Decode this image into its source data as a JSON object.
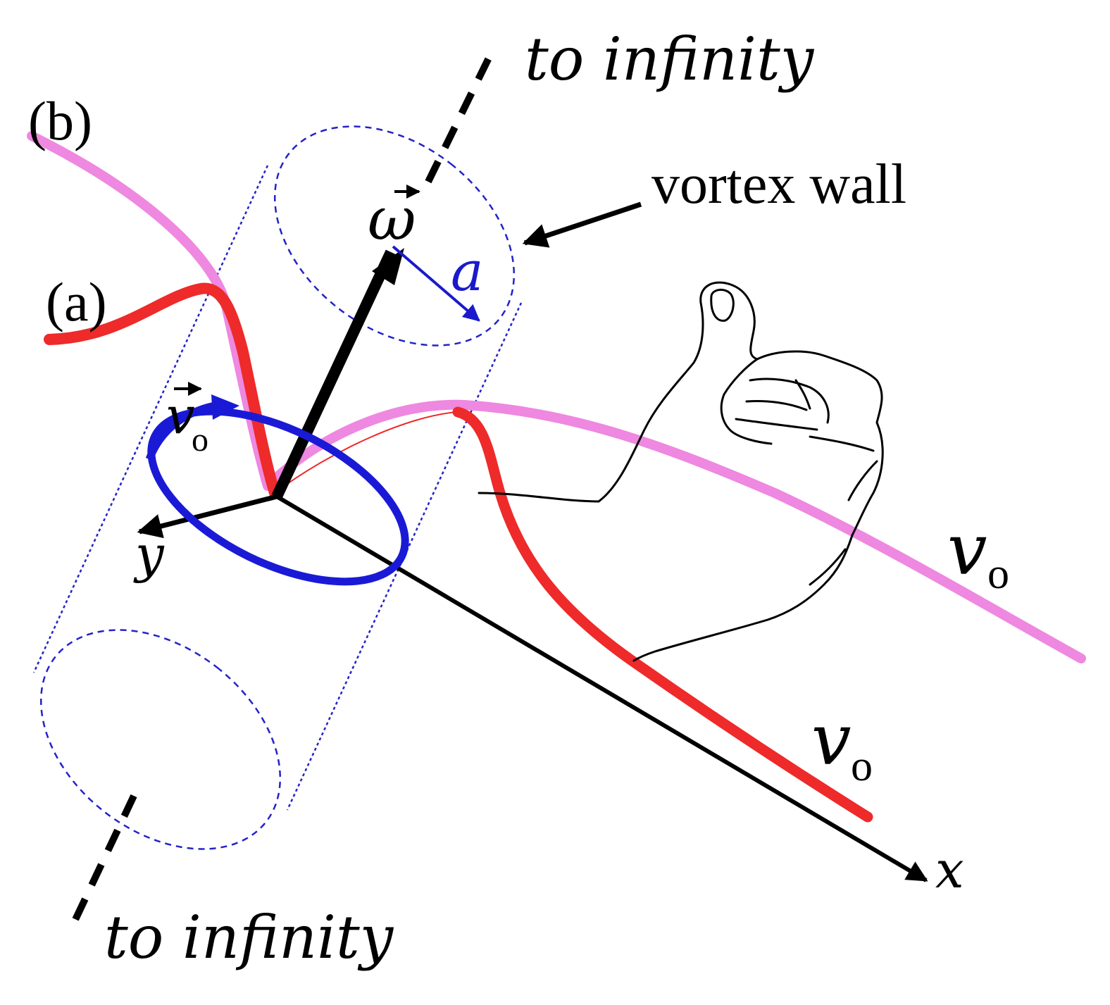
{
  "labels": {
    "top_infinity": "to infinity",
    "bottom_infinity": "to infinity",
    "vortex_wall": "vortex wall",
    "curve_b": "(b)",
    "curve_a": "(a)",
    "omega_symbol": "ω",
    "radius_symbol": "a",
    "v_symbol": "v",
    "subscript_o": "o",
    "axis_x": "x",
    "axis_y": "y"
  },
  "colors": {
    "curve_a": "#ee2a2a",
    "curve_b": "#ee88e0",
    "cylinder": "#2323c8",
    "circulation_loop": "#1a1ad6",
    "radius_arrow": "#1a1acc",
    "axes": "#000000",
    "hand": "#000000"
  },
  "icons": {
    "hand": "right-hand-thumb-up-icon"
  }
}
